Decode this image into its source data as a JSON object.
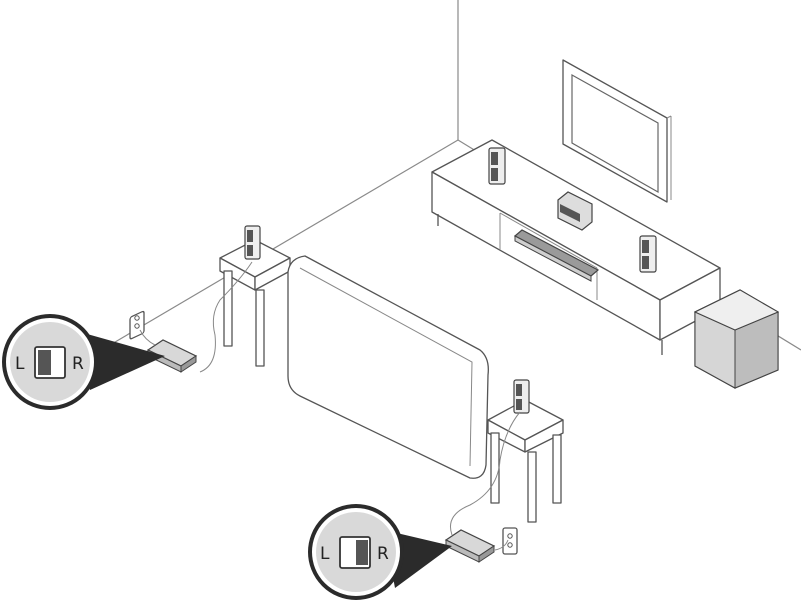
{
  "callout_left": {
    "left_label": "L",
    "right_label": "R"
  },
  "callout_bottom": {
    "left_label": "L",
    "right_label": "R"
  },
  "colors": {
    "line": "#555555",
    "speaker_dark": "#444444",
    "subwoofer": "#c8c8c8",
    "callout_fill": "#d9d9d9",
    "switch_fill": "#555555"
  }
}
